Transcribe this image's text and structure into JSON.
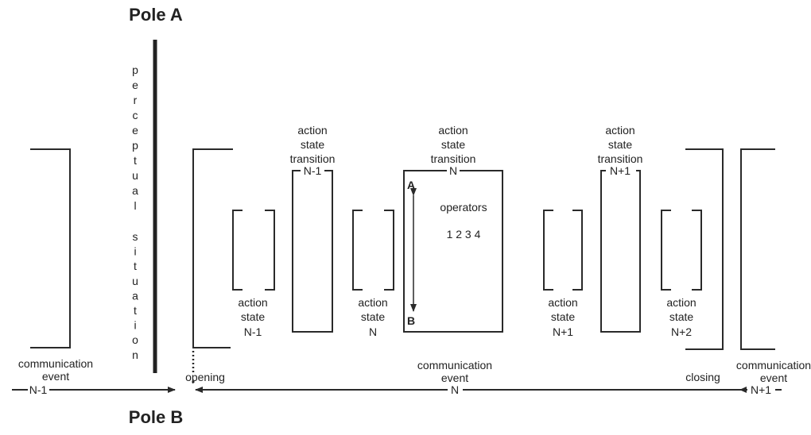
{
  "poles": {
    "top": "Pole A",
    "bottom": "Pole B"
  },
  "perceptual_situation": {
    "letters_1": [
      "p",
      "e",
      "r",
      "c",
      "e",
      "p",
      "t",
      "u",
      "a",
      "l"
    ],
    "letters_2": [
      "s",
      "i",
      "t",
      "u",
      "a",
      "t",
      "i",
      "o",
      "n"
    ]
  },
  "action_states": [
    {
      "l1": "action",
      "l2": "state",
      "l3": "N-1"
    },
    {
      "l1": "action",
      "l2": "state",
      "l3": "N"
    },
    {
      "l1": "action",
      "l2": "state",
      "l3": "N+1"
    },
    {
      "l1": "action",
      "l2": "state",
      "l3": "N+2"
    }
  ],
  "transitions": [
    {
      "l1": "action",
      "l2": "state",
      "l3": "transition",
      "num": "N-1"
    },
    {
      "l1": "action",
      "l2": "state",
      "l3": "transition",
      "num": "N"
    },
    {
      "l1": "action",
      "l2": "state",
      "l3": "transition",
      "num": "N+1"
    }
  ],
  "operators": {
    "label": "operators",
    "numbers": "1 2 3 4",
    "pole_a": "A",
    "pole_b": "B"
  },
  "events": [
    {
      "l1": "communication",
      "l2": "event",
      "num": "N-1"
    },
    {
      "l1": "communication",
      "l2": "event",
      "num": "N"
    },
    {
      "l1": "communication",
      "l2": "event",
      "num": "N+1"
    }
  ],
  "markers": {
    "opening": "opening",
    "closing": "closing"
  }
}
